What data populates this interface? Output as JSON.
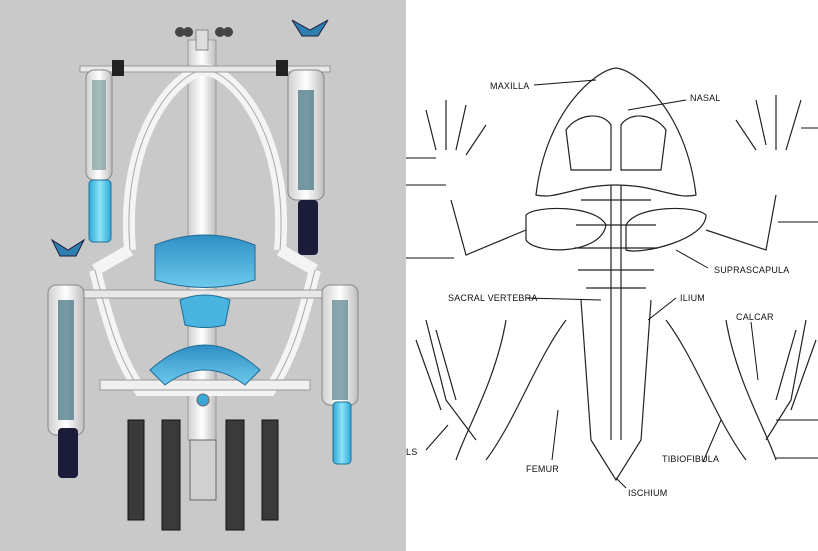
{
  "robot": {
    "colors": {
      "background": "#c9c9c9",
      "frame": "#f2f2f2",
      "accent": "#3aa7d6",
      "cuff": "#4fc3e8",
      "dark": "#1b1b3a"
    }
  },
  "skeleton": {
    "labels": {
      "maxilla": "MAXILLA",
      "nasal": "NASAL",
      "suprascapula": "SUPRASCAPULA",
      "sacral_vertebra": "SACRAL VERTEBRA",
      "ilium": "ILIUM",
      "calcar": "CALCAR",
      "femur": "FEMUR",
      "tibiofibula": "TIBIOFIBULA",
      "ischium": "ISCHIUM",
      "ls_fragment": "LS"
    }
  }
}
